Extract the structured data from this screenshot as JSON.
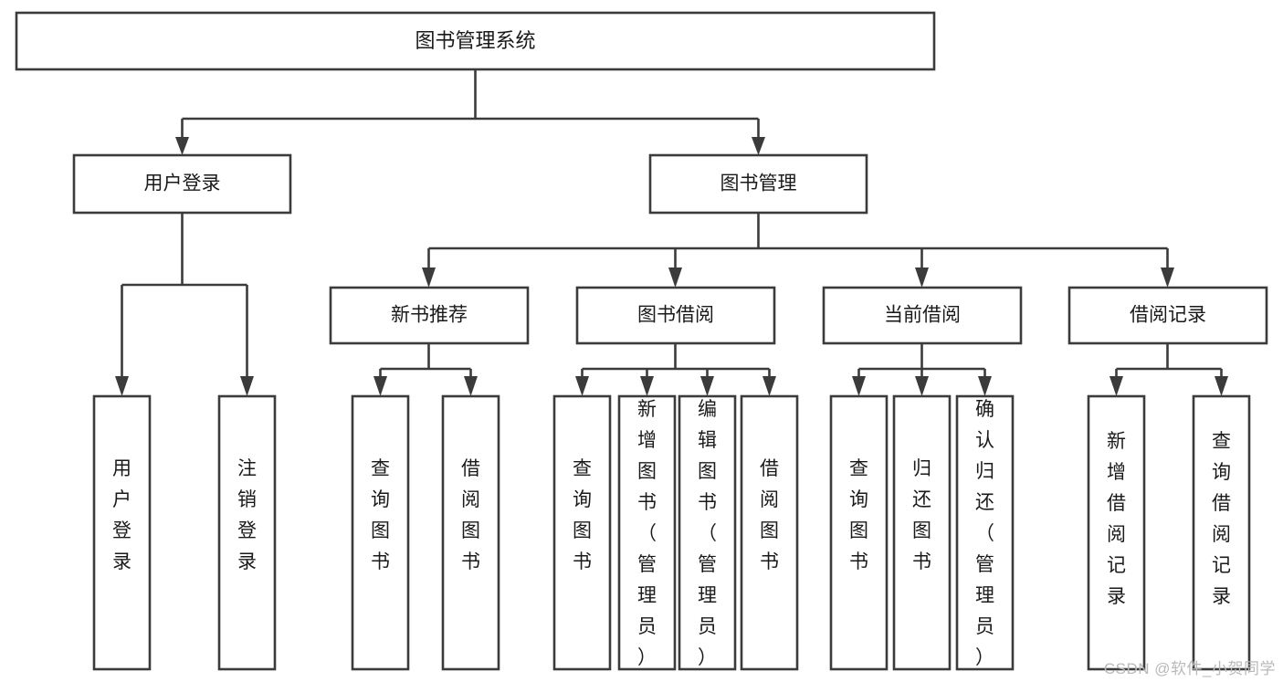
{
  "diagram": {
    "type": "tree",
    "title": "图书管理系统",
    "watermark": "CSDN @软件_小贺同学",
    "colors": {
      "stroke": "#3b3b3b",
      "fill": "#ffffff",
      "text": "#1a1a1a",
      "watermark": "#b9b9b9"
    },
    "nodes": {
      "root": {
        "label": "图书管理系统",
        "level": 0
      },
      "l1": [
        {
          "id": "user-login",
          "label": "用户登录"
        },
        {
          "id": "book-manage",
          "label": "图书管理"
        }
      ],
      "l2": [
        {
          "id": "new-book-rec",
          "label": "新书推荐",
          "parent": "book-manage"
        },
        {
          "id": "book-borrow",
          "label": "图书借阅",
          "parent": "book-manage"
        },
        {
          "id": "current-borrow",
          "label": "当前借阅",
          "parent": "book-manage"
        },
        {
          "id": "borrow-record",
          "label": "借阅记录",
          "parent": "book-manage"
        }
      ],
      "leaves": [
        {
          "id": "leaf-user-login",
          "label": "用户登录",
          "parent": "user-login"
        },
        {
          "id": "leaf-logout-login",
          "label": "注销登录",
          "parent": "user-login"
        },
        {
          "id": "leaf-query-book-1",
          "label": "查询图书",
          "parent": "new-book-rec"
        },
        {
          "id": "leaf-borrow-book-1",
          "label": "借阅图书",
          "parent": "new-book-rec"
        },
        {
          "id": "leaf-query-book-2",
          "label": "查询图书",
          "parent": "book-borrow"
        },
        {
          "id": "leaf-add-book",
          "label": "新增图书（管理员）",
          "parent": "book-borrow"
        },
        {
          "id": "leaf-edit-book",
          "label": "编辑图书（管理员）",
          "parent": "book-borrow"
        },
        {
          "id": "leaf-borrow-book-2",
          "label": "借阅图书",
          "parent": "book-borrow"
        },
        {
          "id": "leaf-query-book-3",
          "label": "查询图书",
          "parent": "current-borrow"
        },
        {
          "id": "leaf-return-book",
          "label": "归还图书",
          "parent": "current-borrow"
        },
        {
          "id": "leaf-confirm-return",
          "label": "确认归还（管理员）",
          "parent": "current-borrow"
        },
        {
          "id": "leaf-add-record",
          "label": "新增借阅记录",
          "parent": "borrow-record"
        },
        {
          "id": "leaf-query-record",
          "label": "查询借阅记录",
          "parent": "borrow-record"
        }
      ]
    }
  }
}
